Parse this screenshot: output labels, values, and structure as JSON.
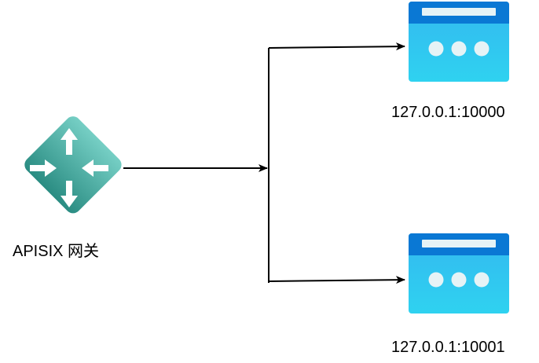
{
  "gateway": {
    "label": "APISIX 网关",
    "icon": "router-icon",
    "colors": {
      "top": "#76cfc5",
      "bottom": "#2a8c82",
      "arrows": "#ffffff"
    }
  },
  "servers": [
    {
      "label": "127.0.0.1:10000",
      "icon": "server-window-icon"
    },
    {
      "label": "127.0.0.1:10001",
      "icon": "server-window-icon"
    }
  ],
  "server_colors": {
    "titlebar": "#0a78d4",
    "body_top": "#33b8f0",
    "body_bottom": "#2fd2f0",
    "dots": "#e6f3f6"
  },
  "connector_color": "#000000"
}
